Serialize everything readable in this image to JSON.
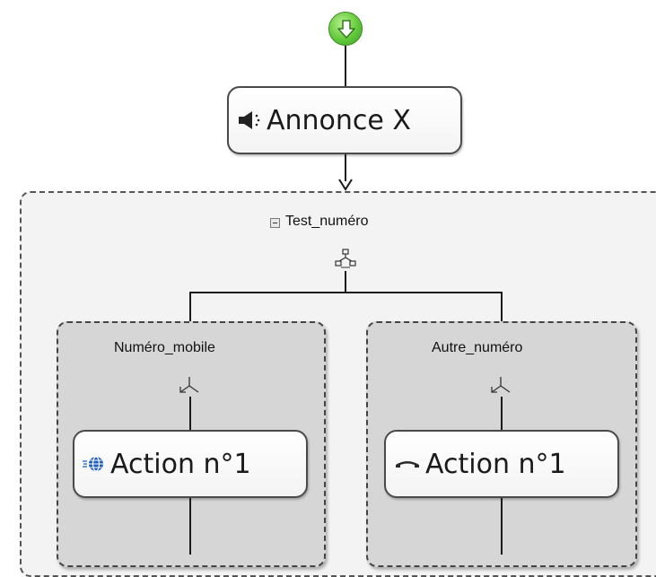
{
  "flow": {
    "start": {
      "icon": "start-arrow-down-icon"
    },
    "announce": {
      "label": "Annonce X",
      "icon": "speaker-icon"
    },
    "switch": {
      "label": "Test_numéro",
      "icon": "branch-split-icon",
      "collapse_icon": "collapse-minus-icon",
      "branches": [
        {
          "label": "Numéro_mobile",
          "merge_icon": "branch-merge-icon",
          "action": {
            "label": "Action n°1",
            "icon": "globe-icon"
          }
        },
        {
          "label": "Autre_numéro",
          "merge_icon": "branch-merge-icon",
          "action": {
            "label": "Action n°1",
            "icon": "phone-hangup-icon"
          }
        }
      ]
    }
  },
  "colors": {
    "start_green": "#63c93b",
    "container_bg": "#f3f3f3",
    "branch_bg": "#d6d6d6",
    "globe_blue": "#1f5fbf"
  }
}
